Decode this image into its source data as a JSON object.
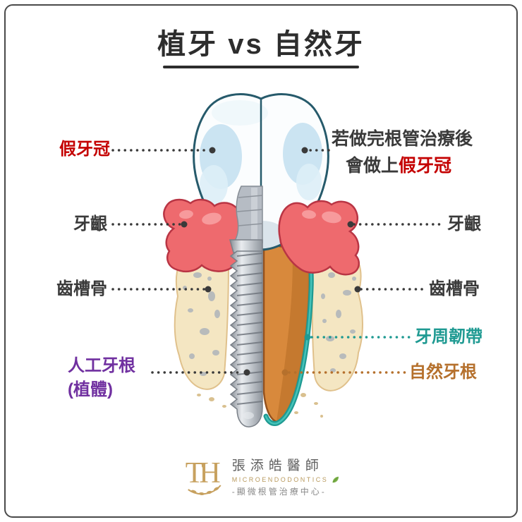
{
  "title": "植牙 vs 自然牙",
  "left_labels": {
    "crown": "假牙冠",
    "gum": "牙齦",
    "bone": "齒槽骨",
    "implant_root": "人工牙根",
    "implant_root_sub": "(植體)"
  },
  "right_labels": {
    "note_line1": "若做完根管治療後",
    "note_line2_prefix": "會做上",
    "note_line2_crown": "假牙冠",
    "gum": "牙齦",
    "bone": "齒槽骨",
    "ligament": "牙周韌帶",
    "natural_root": "自然牙根"
  },
  "colors": {
    "crown_label": "#c40000",
    "implant_label": "#7030a0",
    "ligament_label": "#1f9a92",
    "natural_root_label": "#b5702c",
    "text": "#3a3a3a",
    "gum": "#ee6a6e",
    "bone": "#f4e6c2",
    "root": "#d8893c",
    "ligament_band": "#1f9a92"
  },
  "logo": {
    "monogram": "TH",
    "doctor_name": "張添皓醫師",
    "clinic_en": "MICROENDODONTICS",
    "clinic_zh": "-顯微根管治療中心-"
  }
}
